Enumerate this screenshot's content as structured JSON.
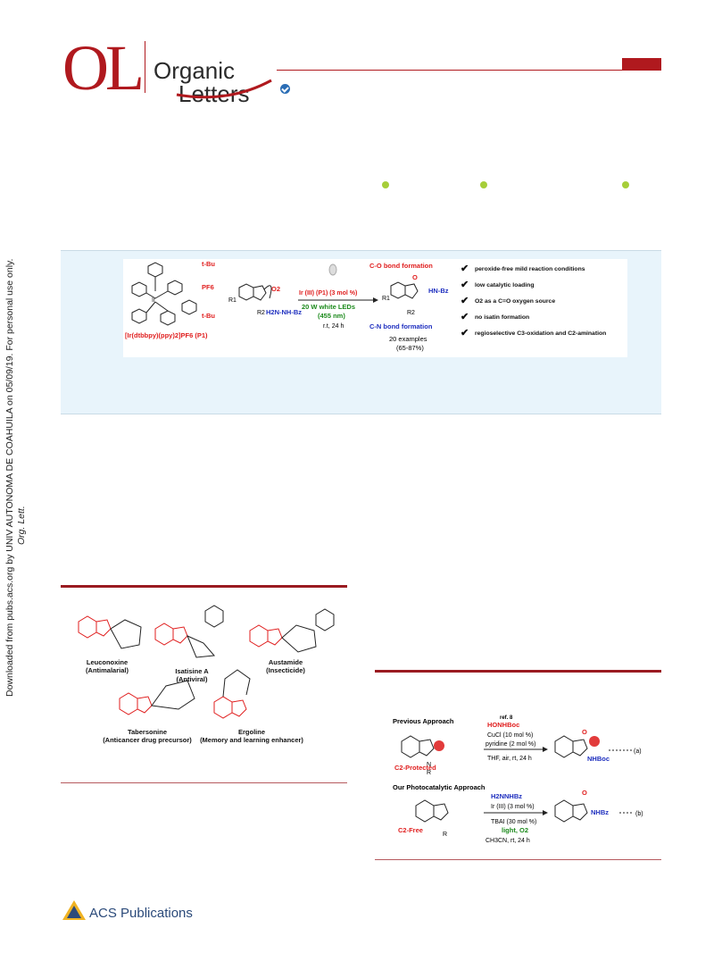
{
  "header": {
    "logo": "OL",
    "journal_line1": "Organic",
    "journal_line2": "Letters"
  },
  "side_note": "Downloaded from pubs.acs.org by UNIV AUTONOMA DE COAHUILA on 05/09/19. For personal use only.",
  "side_journal": "Org. Lett.",
  "toc": {
    "catalyst_labels": [
      "t-Bu",
      "PF6",
      "t-Bu"
    ],
    "catalyst_name": "[Ir(dtbbpy)(ppy)2]PF6 (P1)",
    "reagent_o2": "O2",
    "reagent_hydrazide": "H2N-NH-Bz",
    "r1": "R1",
    "r2": "R2",
    "conditions_catalyst": "Ir (III) (P1) (3 mol %)",
    "conditions_light": "20 W white LEDs",
    "conditions_wavelength": "(455 nm)",
    "conditions_time": "r.t, 24 h",
    "co_bond": "C-O bond formation",
    "cn_bond": "C-N bond formation",
    "product_group": "HN-Bz",
    "examples": "20 examples",
    "yield_range": "(65-87%)",
    "features": [
      "peroxide-free mild reaction conditions",
      "low catalytic loading",
      "O2 as a C=O oxygen source",
      "no isatin formation",
      "regioselective C3-oxidation and C2-amination"
    ]
  },
  "figure1": {
    "compounds": [
      {
        "name": "Leuconoxine",
        "activity": "(Antimalarial)"
      },
      {
        "name": "Isatisine A",
        "activity": "(Antiviral)"
      },
      {
        "name": "Austamide",
        "activity": "(Insecticide)"
      },
      {
        "name": "Tabersonine",
        "activity": "(Anticancer drug precursor)"
      },
      {
        "name": "Ergoline",
        "activity": "(Memory and learning enhancer)"
      }
    ]
  },
  "scheme1": {
    "previous_title": "Previous Approach",
    "ref": "ref. 8",
    "prev_reagent": "HONHBoc",
    "prev_cond1": "CuCl (10 mol %)",
    "prev_cond2": "pyridine (2 mol %)",
    "prev_cond3": "THF, air, rt, 24 h",
    "prev_product_group": "NHBoc",
    "prev_label": "(a)",
    "c2_protected": "C2-Protected",
    "our_title": "Our Photocatalytic Approach",
    "our_reagent": "H2NNHBz",
    "our_cond1": "Ir (III) (3 mol %)",
    "our_cond2": "TBAI (30 mol %)",
    "our_cond3": "light, O2",
    "our_cond4": "CH3CN, rt, 24 h",
    "our_product_group": "NHBz",
    "our_label": "(b)",
    "c2_free": "C2-Free",
    "r": "R"
  },
  "footer": {
    "publisher": "ACS Publications"
  },
  "colors": {
    "brand_red": "#b0191e",
    "panel_blue": "#e8f4fb",
    "highlight_red": "#e01e1e",
    "highlight_blue": "#1e2fbf",
    "highlight_green": "#1c8a1c"
  }
}
